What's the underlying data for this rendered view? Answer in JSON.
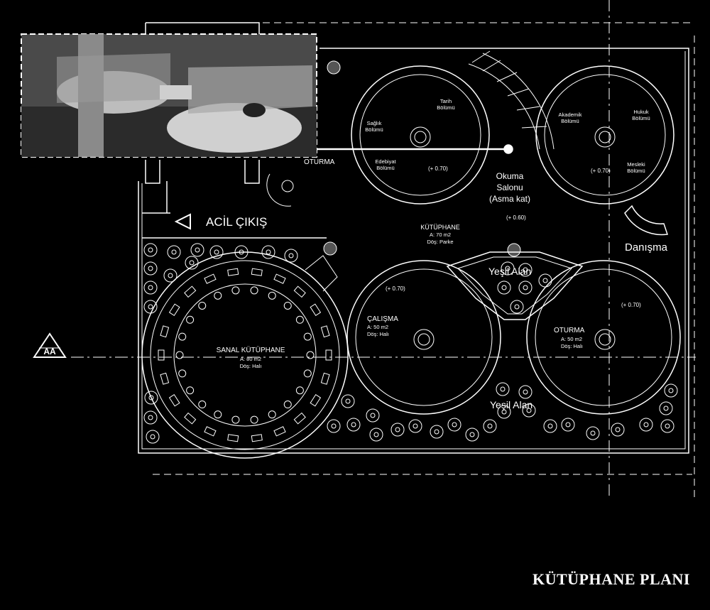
{
  "title": "KÜTÜPHANE PLANI",
  "section_marker": "AA",
  "labels": {
    "acil_cikis": "ACİL ÇIKIŞ",
    "oturma_top": "OTURMA",
    "tarih": [
      "Tarih",
      "Bölümü"
    ],
    "saglik": [
      "Sağlık",
      "Bölümü"
    ],
    "edebiyat": [
      "Edebiyat",
      "Bölümü"
    ],
    "akademik": [
      "Akademik",
      "Bölümü"
    ],
    "hukuk": [
      "Hukuk",
      "Bölümü"
    ],
    "mesleki": [
      "Mesleki",
      "Bölümü"
    ],
    "okuma": [
      "Okuma",
      "Salonu",
      "(Asma kat)"
    ],
    "kutuphane": [
      "KÜTÜPHANE",
      "A: 70 m2",
      "Döş: Parke"
    ],
    "danisma": "Danışma",
    "yesil_alan_top": "Yeşil Alan",
    "yesil_alan_bottom": "Yeşil Alan",
    "sanal": [
      "SANAL KÜTÜPHANE",
      "A: 80 m2",
      "Döş: Halı"
    ],
    "calisma": [
      "ÇALIŞMA",
      "A: 50 m2",
      "Döş: Halı"
    ],
    "oturma_right": [
      "OTURMA",
      "A: 50 m2",
      "Döş: Halı"
    ]
  },
  "levels": {
    "left_top": "(+ 0.70)",
    "right_top": "(+ 0.70)",
    "center": "(+ 0.60)",
    "calisma": "(+ 0.70)",
    "oturma": "(+ 0.70)"
  },
  "colors": {
    "background": "#000000",
    "line": "#ffffff"
  }
}
